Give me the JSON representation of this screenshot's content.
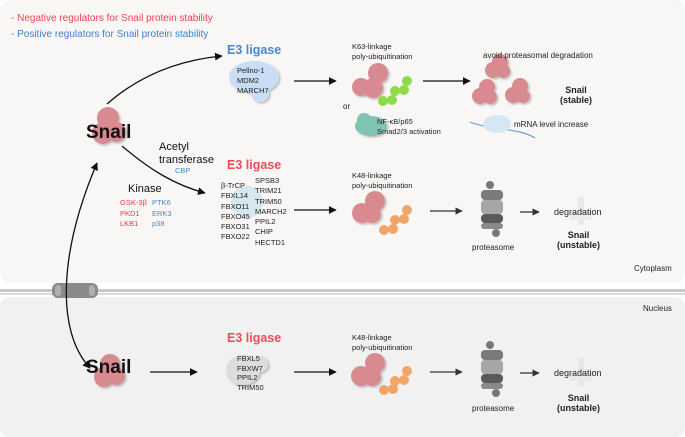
{
  "legend": {
    "negative": "- Negative regulators for Snail protein stability",
    "positive": "- Positive regulators for Snail protein stability"
  },
  "colors": {
    "negative": "#ec4b5a",
    "positive": "#4a86cc",
    "snail_protein": "#d98a91",
    "k63_ubiquitin": "#8fdb4a",
    "k48_ubiquitin": "#f0a56a",
    "cytoplasm_bg": "#f8f7f5",
    "nucleus_bg": "#f1f1f1"
  },
  "compartments": {
    "cytoplasm": "Cytoplasm",
    "nucleus": "Nucleus"
  },
  "cytoplasm": {
    "snail": "Snail",
    "k63_branch": {
      "title": "E3 ligase",
      "ligases": [
        "Pellno-1",
        "MDM2",
        "MARCH7"
      ],
      "linkage": [
        "K63-linkage",
        "poly-ubiquitination"
      ],
      "or": "or",
      "activation": [
        "NF-κB/p65",
        "Smad2/3 activation"
      ],
      "avoid": "avoid proteasomal degradation",
      "mrna": "mRNA level increase",
      "result": [
        "Snail",
        "(stable)"
      ]
    },
    "acetyl": {
      "title": [
        "Acetyl",
        "transferase"
      ],
      "members": [
        "CBP"
      ]
    },
    "kinase": {
      "title": "Kinase",
      "negative": [
        "GSK-3β",
        "PKD1",
        "LKB1"
      ],
      "positive": [
        "PTK6",
        "ERK3",
        "p38"
      ]
    },
    "k48_branch": {
      "title": "E3 ligase",
      "ligases_col1": [
        "β-TrCP",
        "FBXL14",
        "FBXO11",
        "FBXO45",
        "FBXO31",
        "FBXO22"
      ],
      "ligases_col2": [
        "SPSB3",
        "TRIM21",
        "TRIM50",
        "MARCH2",
        "PPIL2",
        "CHIP",
        "HECTD1"
      ],
      "linkage": [
        "K48-linkage",
        "poly-ubiquitination"
      ],
      "proteasome": "proteasome",
      "degradation": "degradation",
      "result": [
        "Snail",
        "(unstable)"
      ]
    }
  },
  "nucleus": {
    "snail": "Snail",
    "title": "E3 ligase",
    "ligases": [
      "FBXL5",
      "FBXW7",
      "PPIL2",
      "TRIM50"
    ],
    "linkage": [
      "K48-linkage",
      "poly-ubiquitination"
    ],
    "proteasome": "proteasome",
    "degradation": "degradation",
    "result": [
      "Snail",
      "(unstable)"
    ]
  }
}
